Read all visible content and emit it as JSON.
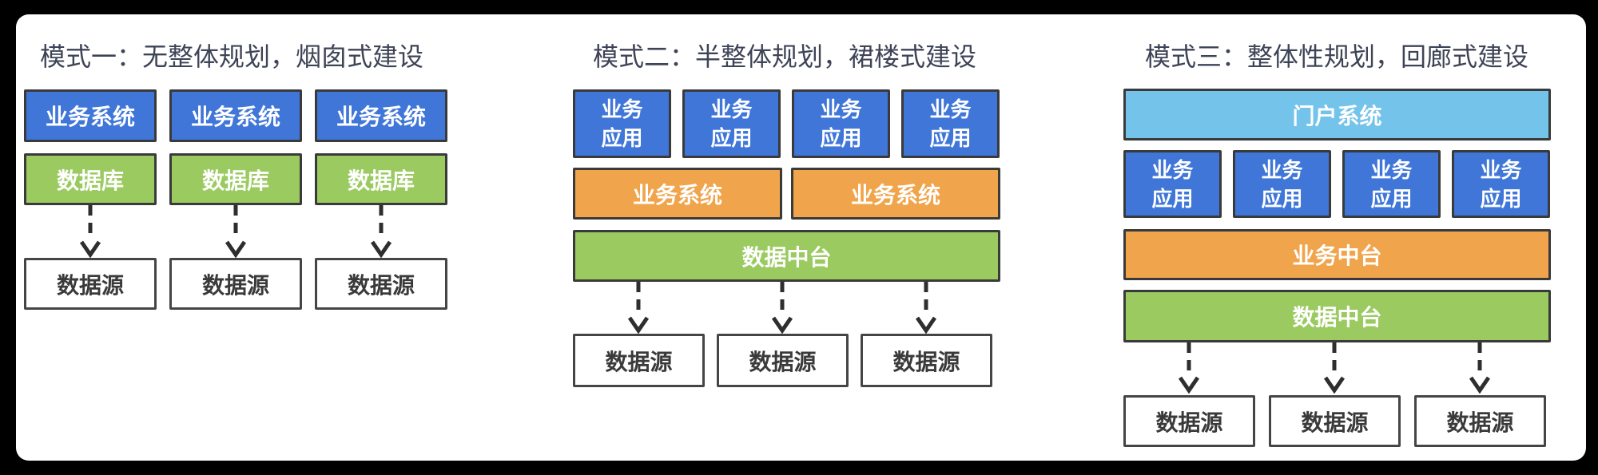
{
  "page": {
    "background": "#000000",
    "card_background": "#ffffff"
  },
  "colors": {
    "blue_box": "#3F76D8",
    "green_box": "#9ACA60",
    "orange_box": "#F0A44B",
    "light_blue_box": "#73C3EA",
    "box_border": "#3A3A3A",
    "source_box_border": "#454545",
    "title_text": "#3E4457",
    "box_text": "#ffffff",
    "source_box_text": "#3A3A3A",
    "arrow": "#2E2E2E"
  },
  "col1": {
    "title": "模式一：无整体规划，烟囱式建设",
    "system_boxes": [
      "业务系统",
      "业务系统",
      "业务系统"
    ],
    "database_boxes": [
      "数据库",
      "数据库",
      "数据库"
    ],
    "source_boxes": [
      "数据源",
      "数据源",
      "数据源"
    ]
  },
  "col2": {
    "title": "模式二：半整体规划，裙楼式建设",
    "app_boxes": [
      "业务\n应用",
      "业务\n应用",
      "业务\n应用",
      "业务\n应用"
    ],
    "system_boxes": [
      "业务系统",
      "业务系统"
    ],
    "data_platform": "数据中台",
    "source_boxes": [
      "数据源",
      "数据源",
      "数据源"
    ]
  },
  "col3": {
    "title": "模式三：整体性规划，回廊式建设",
    "portal": "门户系统",
    "app_boxes": [
      "业务\n应用",
      "业务\n应用",
      "业务\n应用",
      "业务\n应用"
    ],
    "business_platform": "业务中台",
    "data_platform": "数据中台",
    "source_boxes": [
      "数据源",
      "数据源",
      "数据源"
    ]
  }
}
